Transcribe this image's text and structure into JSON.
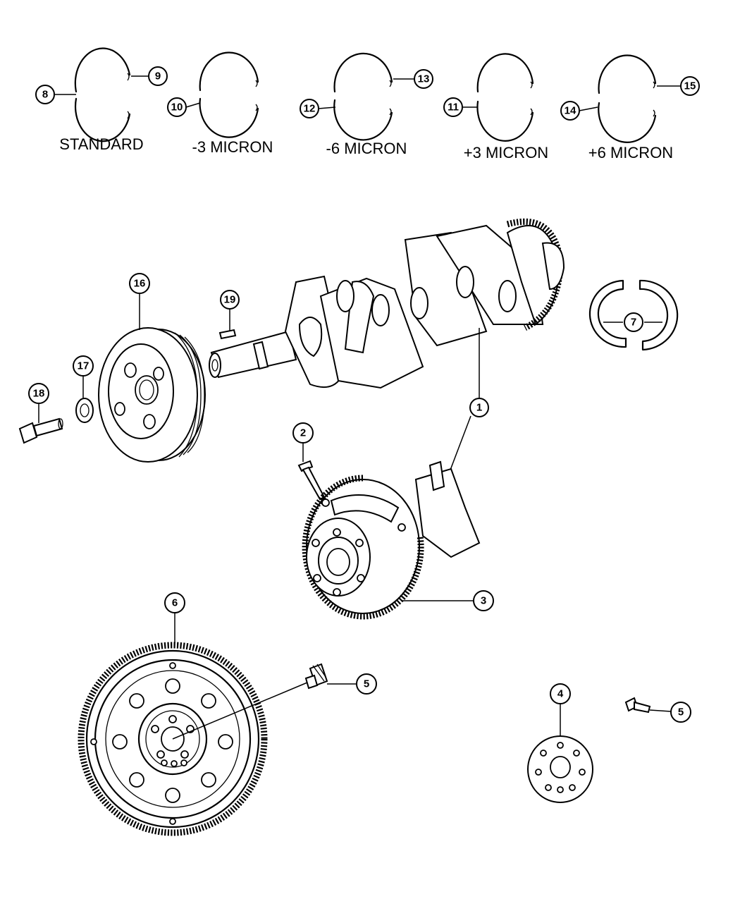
{
  "bearing_sizes": [
    {
      "label": "STANDARD",
      "upper_callout": "9",
      "lower_callout": "8"
    },
    {
      "label": "-3 MICRON",
      "callout": "10"
    },
    {
      "label": "-6 MICRON",
      "upper_callout": "13",
      "lower_callout": "12"
    },
    {
      "label": "+3 MICRON",
      "callout": "11"
    },
    {
      "label": "+6 MICRON",
      "upper_callout": "15",
      "lower_callout": "14"
    }
  ],
  "callouts": {
    "crankshaft": "1",
    "tone_wheel_screw": "2",
    "tone_wheel": "3",
    "flexplate_adapter": "4",
    "flexplate_bolt": "5",
    "flexplate_bolt_2": "5",
    "flexplate": "6",
    "thrust_washer": "7",
    "damper": "16",
    "damper_washer": "17",
    "damper_bolt": "18",
    "woodruff_key": "19"
  }
}
